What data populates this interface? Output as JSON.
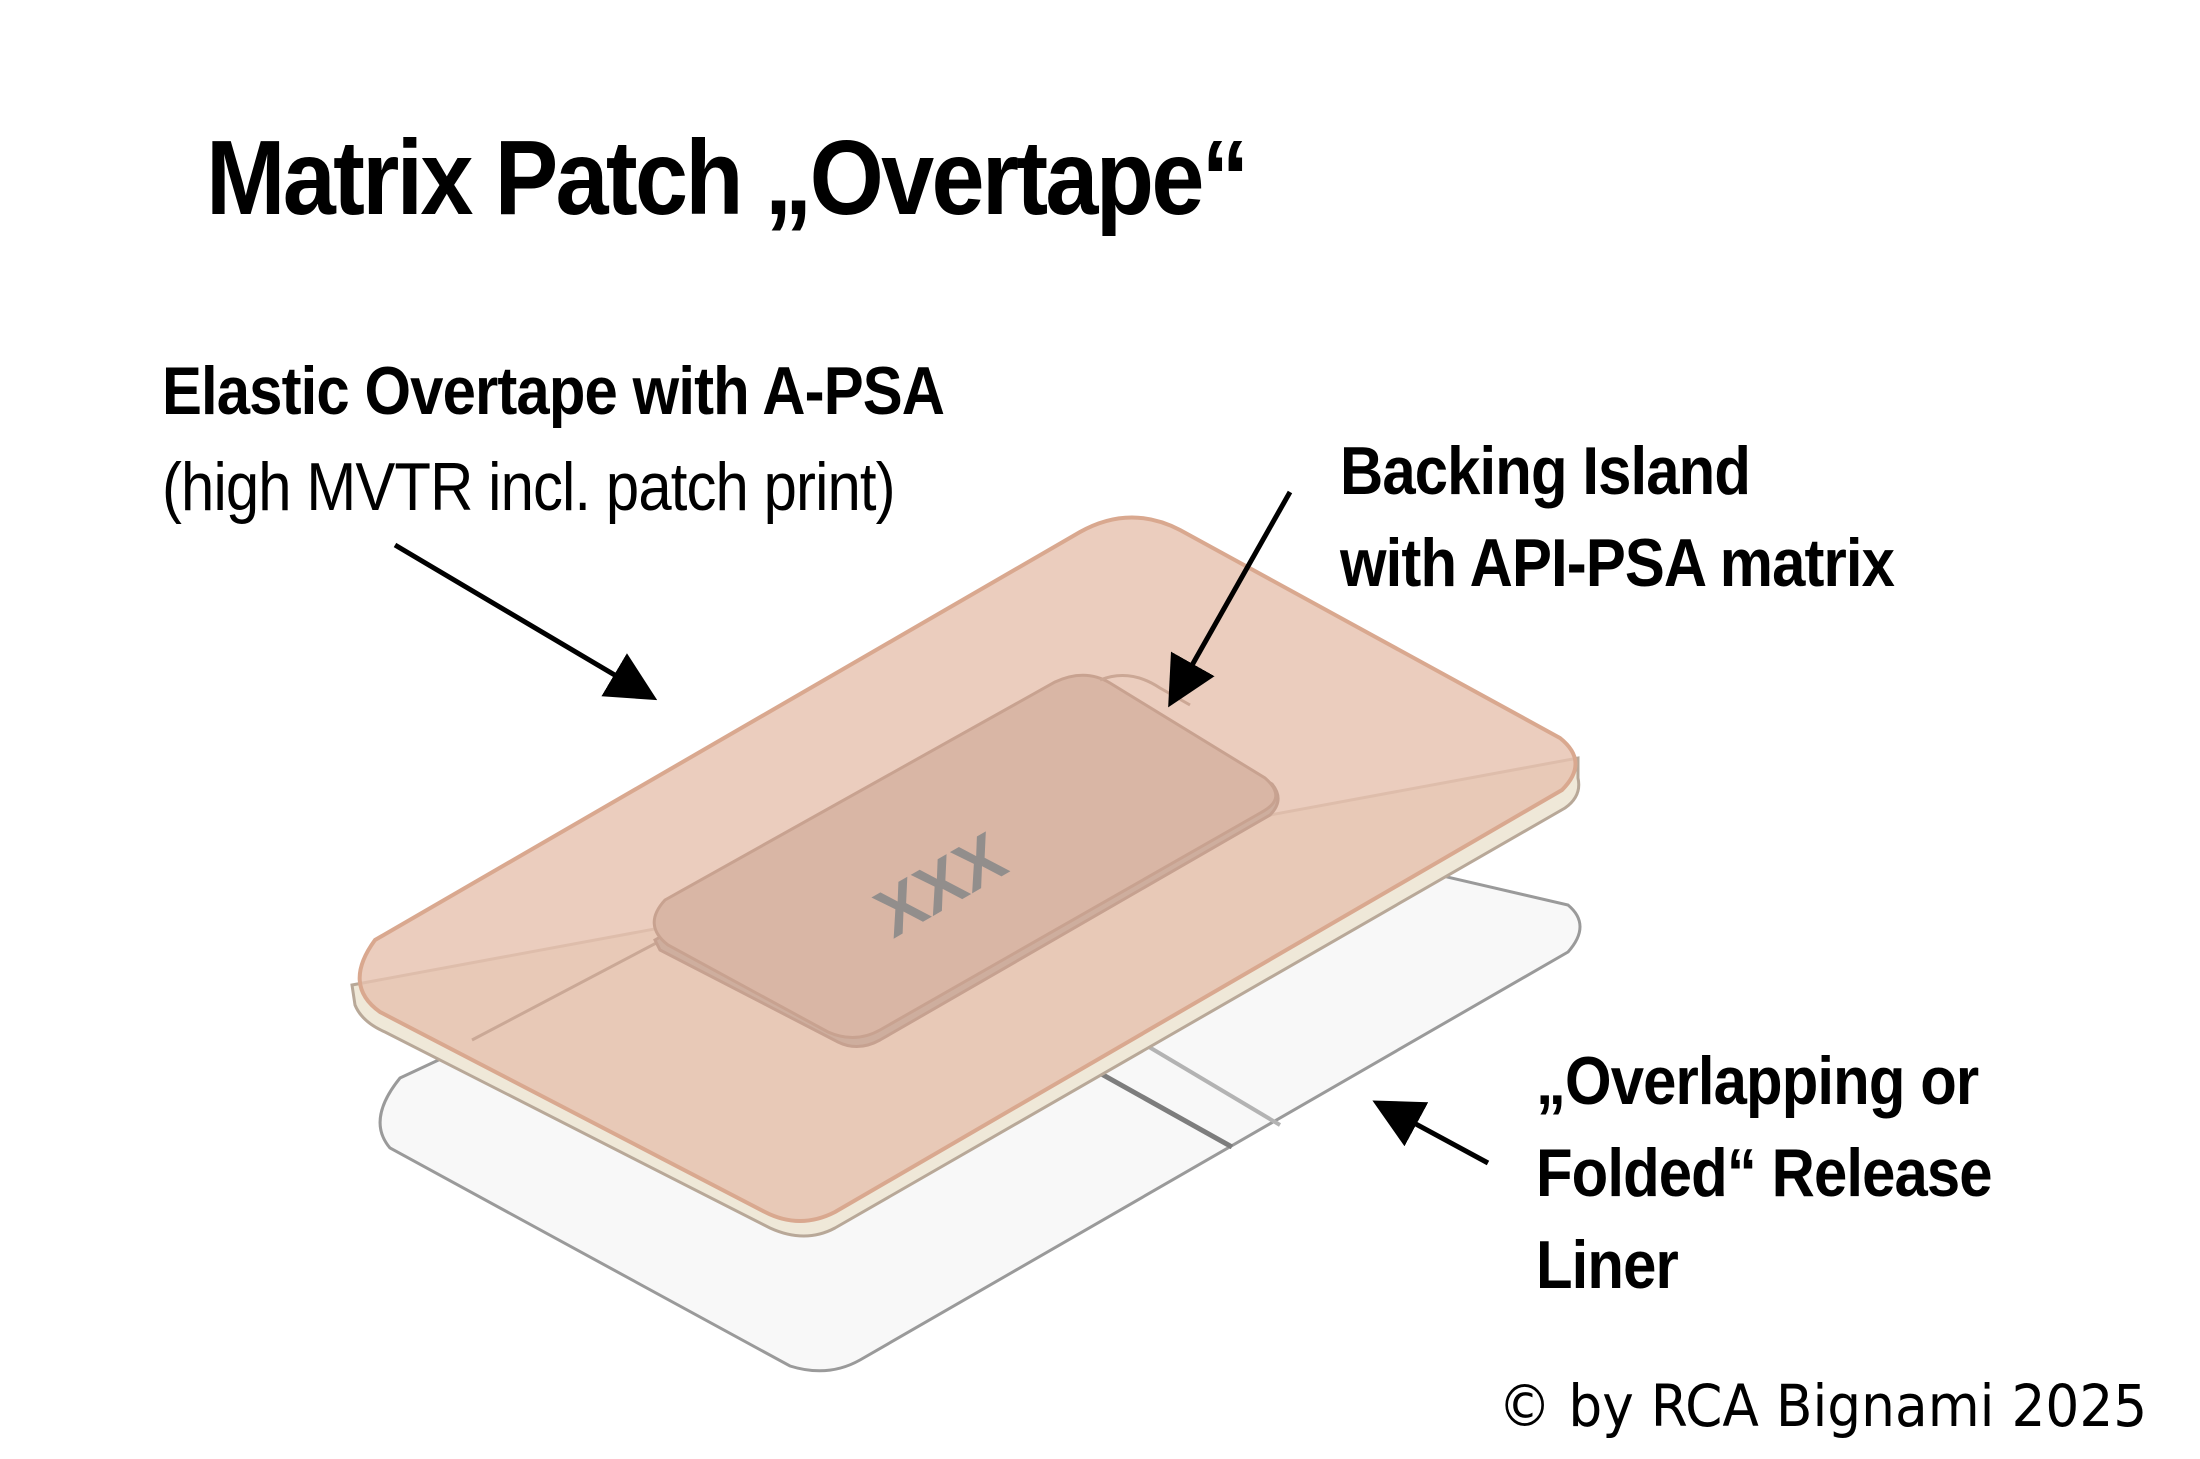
{
  "title": "Matrix Patch „Overtape“",
  "labels": {
    "overtape": {
      "line1": "Elastic Overtape with A-PSA",
      "line2": "(high MVTR incl. patch print)"
    },
    "backing": {
      "line1": "Backing Island",
      "line2": "with API-PSA matrix"
    },
    "liner": {
      "line1": "„Overlapping or",
      "line2": "Folded“ Release",
      "line3": "Liner"
    }
  },
  "island_print": "XXX",
  "copyright": "© by RCA Bignami 2025",
  "colors": {
    "overtape_fill": "#e6c2b0",
    "overtape_edge": "#d9a88f",
    "island_fill": "#d9b6a5",
    "liner_fill": "#f7f7f7",
    "liner_edge": "#9a9a9a",
    "print_text": "#8a8a8a",
    "arrow": "#000000"
  }
}
